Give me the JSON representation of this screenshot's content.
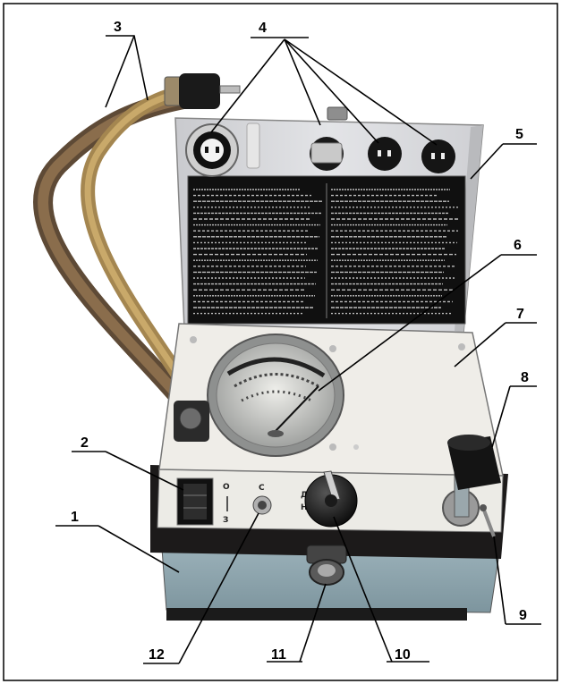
{
  "labels": {
    "n1": "1",
    "n2": "2",
    "n3": "3",
    "n4": "4",
    "n5": "5",
    "n6": "6",
    "n7": "7",
    "n8": "8",
    "n9": "9",
    "n10": "10",
    "n11": "11",
    "n12": "12"
  },
  "panel_marks": {
    "switch_top": "О",
    "switch_bottom": "З",
    "socket_mark": "С",
    "knob_d": "Д",
    "knob_n": "Н"
  },
  "colors": {
    "body": "#8fa7b0",
    "panel": "#e8e5df",
    "lid": "#d8d9dc",
    "instruction_plate": "#111111",
    "hose": "#7b5a3a"
  }
}
